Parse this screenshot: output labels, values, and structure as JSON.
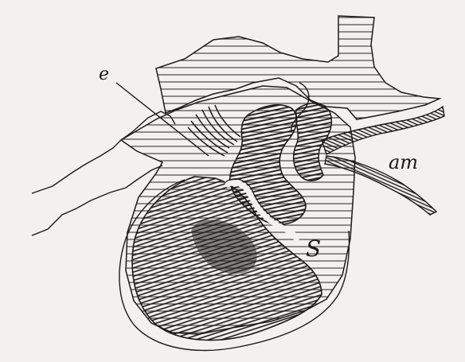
{
  "figure": {
    "labels": {
      "e": "e",
      "am": "am",
      "s": "S"
    },
    "colors": {
      "paper": "#f3f1ed",
      "ink": "#1c1a17",
      "hatch": "#3a3733"
    }
  }
}
